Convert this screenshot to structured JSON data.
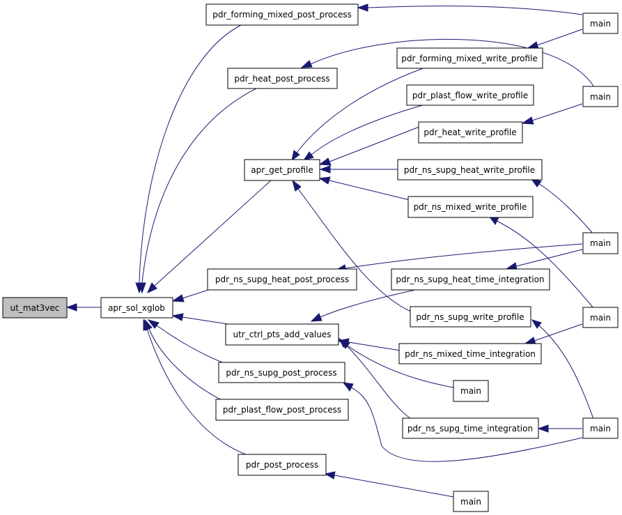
{
  "graph": {
    "colors": {
      "edge": "#191970",
      "node_border": "#000000",
      "node_fill": "#ffffff",
      "root_fill": "#bfbfbf"
    },
    "nodes": {
      "ut_mat3vec": "ut_mat3vec",
      "apr_sol_xglob": "apr_sol_xglob",
      "pdr_forming_mixed_post_process": "pdr_forming_mixed_post_process",
      "pdr_heat_post_process": "pdr_heat_post_process",
      "apr_get_profile": "apr_get_profile",
      "pdr_ns_supg_heat_post_process": "pdr_ns_supg_heat_post_process",
      "utr_ctrl_pts_add_values": "utr_ctrl_pts_add_values",
      "pdr_ns_supg_post_process": "pdr_ns_supg_post_process",
      "pdr_plast_flow_post_process": "pdr_plast_flow_post_process",
      "pdr_post_process": "pdr_post_process",
      "pdr_forming_mixed_write_profile": "pdr_forming_mixed_write_profile",
      "pdr_plast_flow_write_profile": "pdr_plast_flow_write_profile",
      "pdr_heat_write_profile": "pdr_heat_write_profile",
      "pdr_ns_supg_heat_write_profile": "pdr_ns_supg_heat_write_profile",
      "pdr_ns_mixed_write_profile": "pdr_ns_mixed_write_profile",
      "pdr_ns_supg_heat_time_integration": "pdr_ns_supg_heat_time_integration",
      "pdr_ns_supg_write_profile": "pdr_ns_supg_write_profile",
      "pdr_ns_mixed_time_integration": "pdr_ns_mixed_time_integration",
      "pdr_ns_supg_time_integration": "pdr_ns_supg_time_integration",
      "main_1": "main",
      "main_2": "main",
      "main_3": "main",
      "main_4": "main",
      "main_5": "main",
      "main_6": "main",
      "main_7": "main"
    }
  }
}
